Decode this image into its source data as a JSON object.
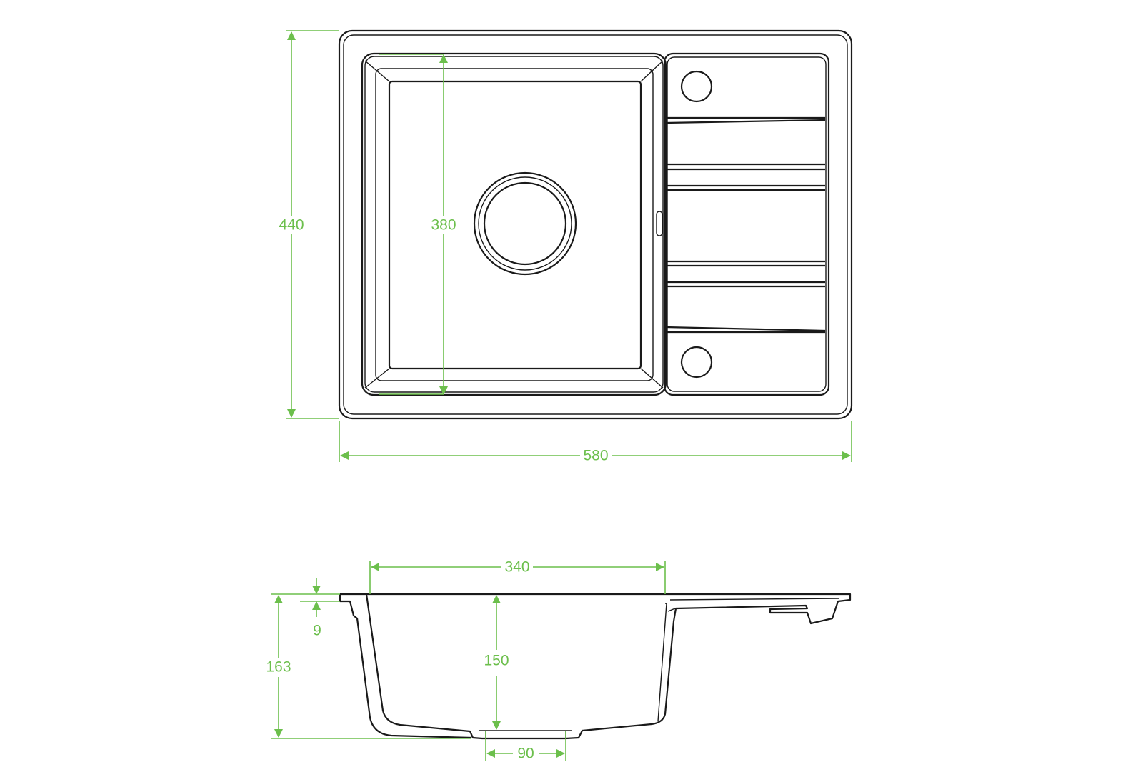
{
  "drawing": {
    "colors": {
      "dimension": "#6cbf4c",
      "outline": "#1a1a1a"
    },
    "top_view": {
      "overall_depth": "440",
      "bowl_depth": "380",
      "overall_width": "580"
    },
    "section_view": {
      "bowl_width": "340",
      "rim_thickness": "9",
      "overall_height": "163",
      "bowl_height": "150",
      "drain_width": "90"
    }
  }
}
